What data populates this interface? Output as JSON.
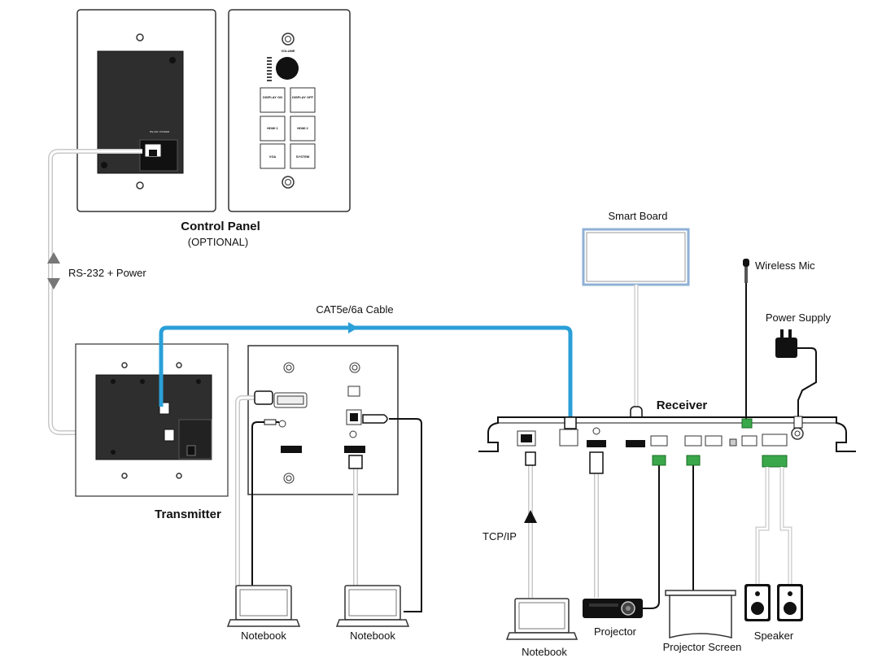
{
  "labels": {
    "control_panel": "Control Panel",
    "optional": "(OPTIONAL)",
    "rs232": "RS-232 + Power",
    "cat_cable": "CAT5e/6a Cable",
    "transmitter": "Transmitter",
    "receiver": "Receiver",
    "smart_board": "Smart Board",
    "wireless_mic": "Wireless Mic",
    "power_supply": "Power Supply",
    "tcpip": "TCP/IP",
    "notebook": "Notebook",
    "projector": "Projector",
    "projector_screen": "Projector Screen",
    "speaker": "Speaker"
  },
  "control_panel_keys": {
    "volume": "VOLUME",
    "display_on": "DISPLAY ON",
    "display_off": "DISPLAY OFF",
    "hdmi1": "HDMI 1",
    "hdmi2": "HDMI 2",
    "vga": "VGA",
    "system": "SYSTEM",
    "rs232_power": "RS-232 / POWER"
  },
  "colors": {
    "cat_cable": "#2a9fd8",
    "panel_dark": "#2e2e2e",
    "cable_gray": "#c8c8c8",
    "black": "#1a1a1a"
  }
}
